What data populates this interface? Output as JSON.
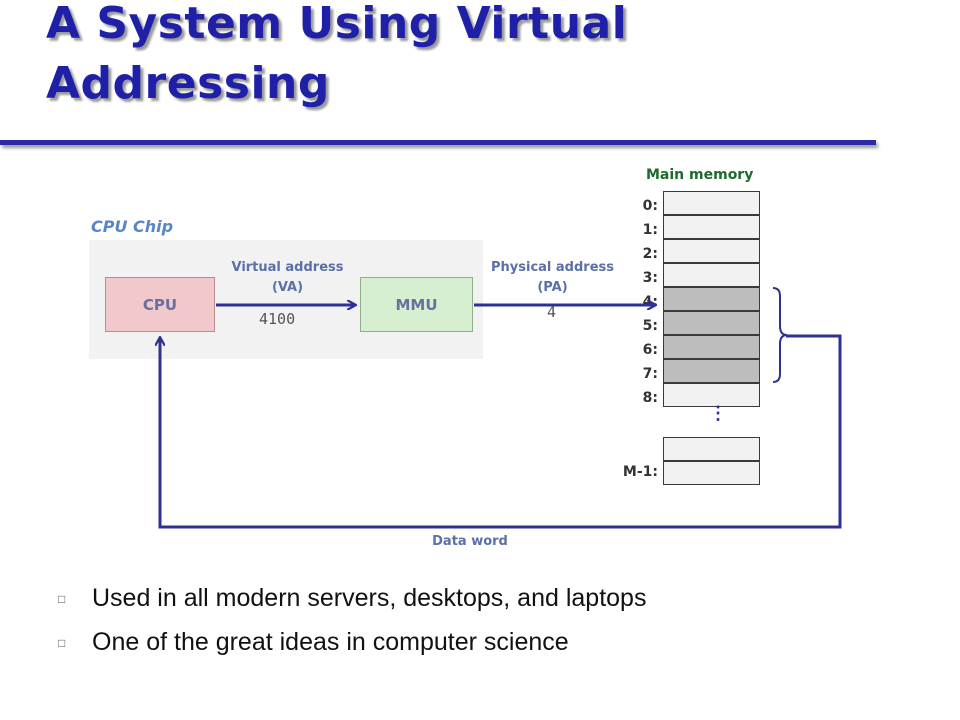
{
  "slide": {
    "title_line1": "A System Using Virtual",
    "title_line2": "Addressing"
  },
  "diagram": {
    "chip_label": "CPU Chip",
    "cpu_label": "CPU",
    "mmu_label": "MMU",
    "va_label_line1": "Virtual address",
    "va_label_line2": "(VA)",
    "va_value": "4100",
    "pa_label_line1": "Physical address",
    "pa_label_line2": "(PA)",
    "pa_value": "4",
    "data_word_label": "Data word",
    "memory_title": "Main memory",
    "memory_addresses": [
      "0:",
      "1:",
      "2:",
      "3:",
      "4:",
      "5:",
      "6:",
      "7:",
      "8:",
      "M-1:"
    ],
    "ellipsis": "⋮"
  },
  "bullets": [
    "Used in all modern servers, desktops, and laptops",
    "One of the great ideas in computer science"
  ],
  "colors": {
    "title": "#1f1fa8",
    "arrows": "#2e3192",
    "cpu_fill": "#f1c8cc",
    "mmu_fill": "#d6efd0",
    "shaded_cell": "#bdbdbd"
  }
}
